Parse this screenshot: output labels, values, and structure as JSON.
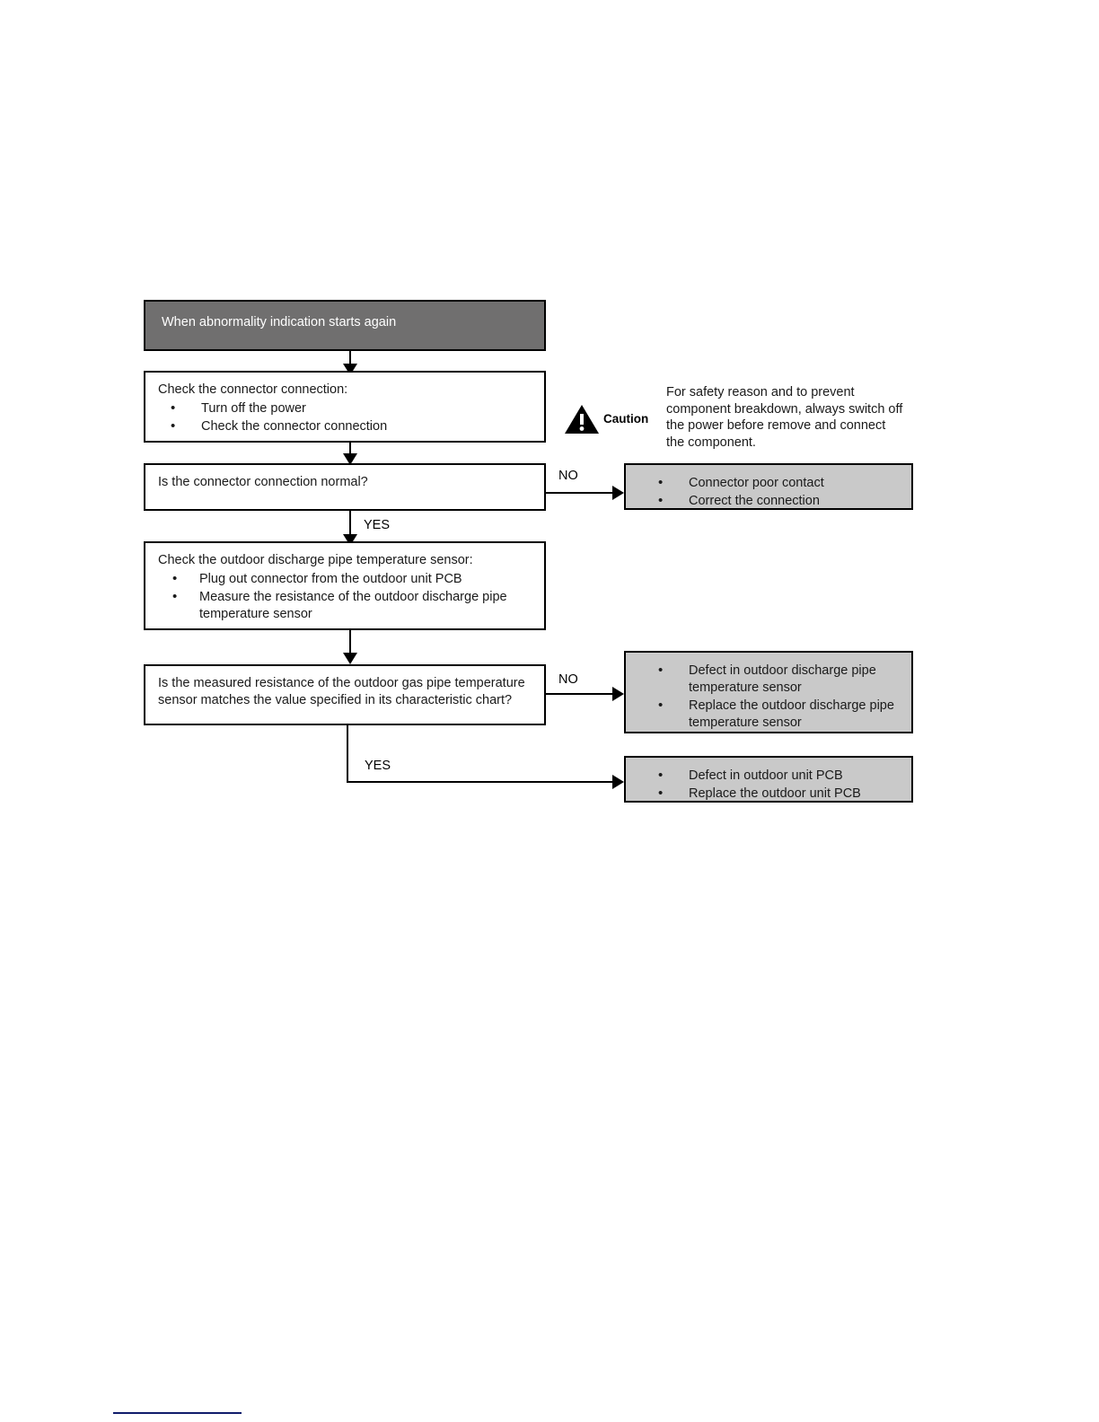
{
  "document": {
    "type": "troubleshooting-flowchart",
    "title_box": "When abnormality indication starts again"
  },
  "flow": {
    "start": {
      "label": "When abnormality indication starts again"
    },
    "step1": {
      "heading": "Check the connector connection:",
      "bullets": [
        "Turn off the power",
        "Check the connector connection"
      ]
    },
    "decision1": {
      "question": "Is the connector connection normal?",
      "no_label": "NO",
      "yes_label": "YES"
    },
    "result1": {
      "bullets": [
        "Connector poor contact",
        "Correct the connection"
      ]
    },
    "step2": {
      "heading": "Check the outdoor discharge pipe temperature sensor:",
      "bullets": [
        "Plug out connector from the outdoor unit PCB",
        "Measure the resistance of the outdoor discharge pipe temperature sensor"
      ]
    },
    "decision2": {
      "question": "Is the measured resistance of the outdoor gas pipe temperature sensor matches the value specified in its characteristic chart?",
      "no_label": "NO",
      "yes_label": "YES"
    },
    "result2": {
      "bullets": [
        "Defect in outdoor discharge pipe temperature sensor",
        "Replace the outdoor discharge pipe temperature sensor"
      ]
    },
    "result3": {
      "bullets": [
        "Defect in outdoor unit PCB",
        "Replace the outdoor unit PCB"
      ]
    }
  },
  "caution": {
    "icon": "warning-triangle-icon",
    "label": "Caution",
    "text": "For safety reason and to prevent component breakdown, always switch off the power before remove and connect the component."
  },
  "colors": {
    "start_box_fill": "#706F6F",
    "start_box_text": "#FFFFFF",
    "result_box_fill": "#C9C9C9",
    "line": "#000000",
    "footer_rule": "#111D6C"
  }
}
